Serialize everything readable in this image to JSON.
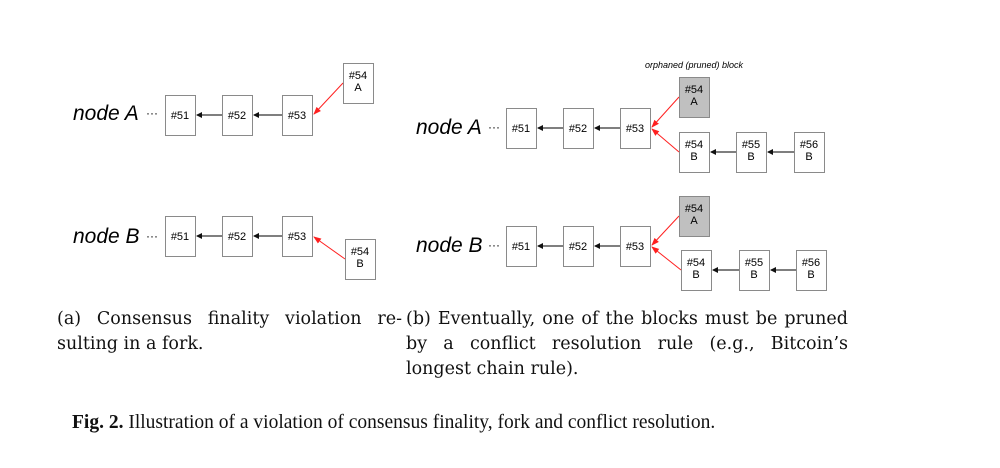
{
  "panels": [
    {
      "id": "a",
      "rows": [
        {
          "node_label": "node A",
          "ellipsis": "···",
          "blocks": [
            {
              "id": "a-A-51",
              "lines": [
                "#51"
              ],
              "pruned": false
            },
            {
              "id": "a-A-52",
              "lines": [
                "#52"
              ],
              "pruned": false
            },
            {
              "id": "a-A-53",
              "lines": [
                "#53"
              ],
              "pruned": false
            },
            {
              "id": "a-A-54A",
              "lines": [
                "#54",
                "A"
              ],
              "pruned": false
            }
          ],
          "edges": [
            {
              "from": "a-A-52",
              "to": "a-A-51",
              "color": "black"
            },
            {
              "from": "a-A-53",
              "to": "a-A-52",
              "color": "black"
            },
            {
              "from": "a-A-54A",
              "to": "a-A-53",
              "color": "red"
            }
          ]
        },
        {
          "node_label": "node B",
          "ellipsis": "···",
          "blocks": [
            {
              "id": "a-B-51",
              "lines": [
                "#51"
              ],
              "pruned": false
            },
            {
              "id": "a-B-52",
              "lines": [
                "#52"
              ],
              "pruned": false
            },
            {
              "id": "a-B-53",
              "lines": [
                "#53"
              ],
              "pruned": false
            },
            {
              "id": "a-B-54B",
              "lines": [
                "#54",
                "B"
              ],
              "pruned": false
            }
          ],
          "edges": [
            {
              "from": "a-B-52",
              "to": "a-B-51",
              "color": "black"
            },
            {
              "from": "a-B-53",
              "to": "a-B-52",
              "color": "black"
            },
            {
              "from": "a-B-54B",
              "to": "a-B-53",
              "color": "red"
            }
          ]
        }
      ],
      "caption_lines": [
        "(a) Consensus finality violation re-",
        "sulting in a fork."
      ]
    },
    {
      "id": "b",
      "annotation": "orphaned (pruned) block",
      "rows": [
        {
          "node_label": "node A",
          "ellipsis": "···",
          "blocks": [
            {
              "id": "b-A-51",
              "lines": [
                "#51"
              ],
              "pruned": false
            },
            {
              "id": "b-A-52",
              "lines": [
                "#52"
              ],
              "pruned": false
            },
            {
              "id": "b-A-53",
              "lines": [
                "#53"
              ],
              "pruned": false
            },
            {
              "id": "b-A-54A",
              "lines": [
                "#54",
                "A"
              ],
              "pruned": true
            },
            {
              "id": "b-A-54B",
              "lines": [
                "#54",
                "B"
              ],
              "pruned": false
            },
            {
              "id": "b-A-55B",
              "lines": [
                "#55",
                "B"
              ],
              "pruned": false
            },
            {
              "id": "b-A-56B",
              "lines": [
                "#56",
                "B"
              ],
              "pruned": false
            }
          ],
          "edges": [
            {
              "from": "b-A-52",
              "to": "b-A-51",
              "color": "black"
            },
            {
              "from": "b-A-53",
              "to": "b-A-52",
              "color": "black"
            },
            {
              "from": "b-A-54A",
              "to": "b-A-53",
              "color": "red"
            },
            {
              "from": "b-A-54B",
              "to": "b-A-53",
              "color": "red"
            },
            {
              "from": "b-A-55B",
              "to": "b-A-54B",
              "color": "black"
            },
            {
              "from": "b-A-56B",
              "to": "b-A-55B",
              "color": "black"
            }
          ]
        },
        {
          "node_label": "node B",
          "ellipsis": "···",
          "blocks": [
            {
              "id": "b-B-51",
              "lines": [
                "#51"
              ],
              "pruned": false
            },
            {
              "id": "b-B-52",
              "lines": [
                "#52"
              ],
              "pruned": false
            },
            {
              "id": "b-B-53",
              "lines": [
                "#53"
              ],
              "pruned": false
            },
            {
              "id": "b-B-54A",
              "lines": [
                "#54",
                "A"
              ],
              "pruned": true
            },
            {
              "id": "b-B-54B",
              "lines": [
                "#54",
                "B"
              ],
              "pruned": false
            },
            {
              "id": "b-B-55B",
              "lines": [
                "#55",
                "B"
              ],
              "pruned": false
            },
            {
              "id": "b-B-56B",
              "lines": [
                "#56",
                "B"
              ],
              "pruned": false
            }
          ],
          "edges": [
            {
              "from": "b-B-52",
              "to": "b-B-51",
              "color": "black"
            },
            {
              "from": "b-B-53",
              "to": "b-B-52",
              "color": "black"
            },
            {
              "from": "b-B-54A",
              "to": "b-B-53",
              "color": "red"
            },
            {
              "from": "b-B-54B",
              "to": "b-B-53",
              "color": "red"
            },
            {
              "from": "b-B-55B",
              "to": "b-B-54B",
              "color": "black"
            },
            {
              "from": "b-B-56B",
              "to": "b-B-55B",
              "color": "black"
            }
          ]
        }
      ],
      "caption_lines": [
        "(b) Eventually, one of the blocks must be pruned",
        "by a conflict resolution rule (e.g., Bitcoin’s",
        "longest chain rule)."
      ]
    }
  ],
  "figure_caption": {
    "label": "Fig. 2.",
    "text": "Illustration of a violation of consensus finality, fork and conflict resolution."
  },
  "colors": {
    "fork_edge": "#ff2020",
    "chain_edge": "#333333",
    "pruned_fill": "#c0c0c0"
  }
}
